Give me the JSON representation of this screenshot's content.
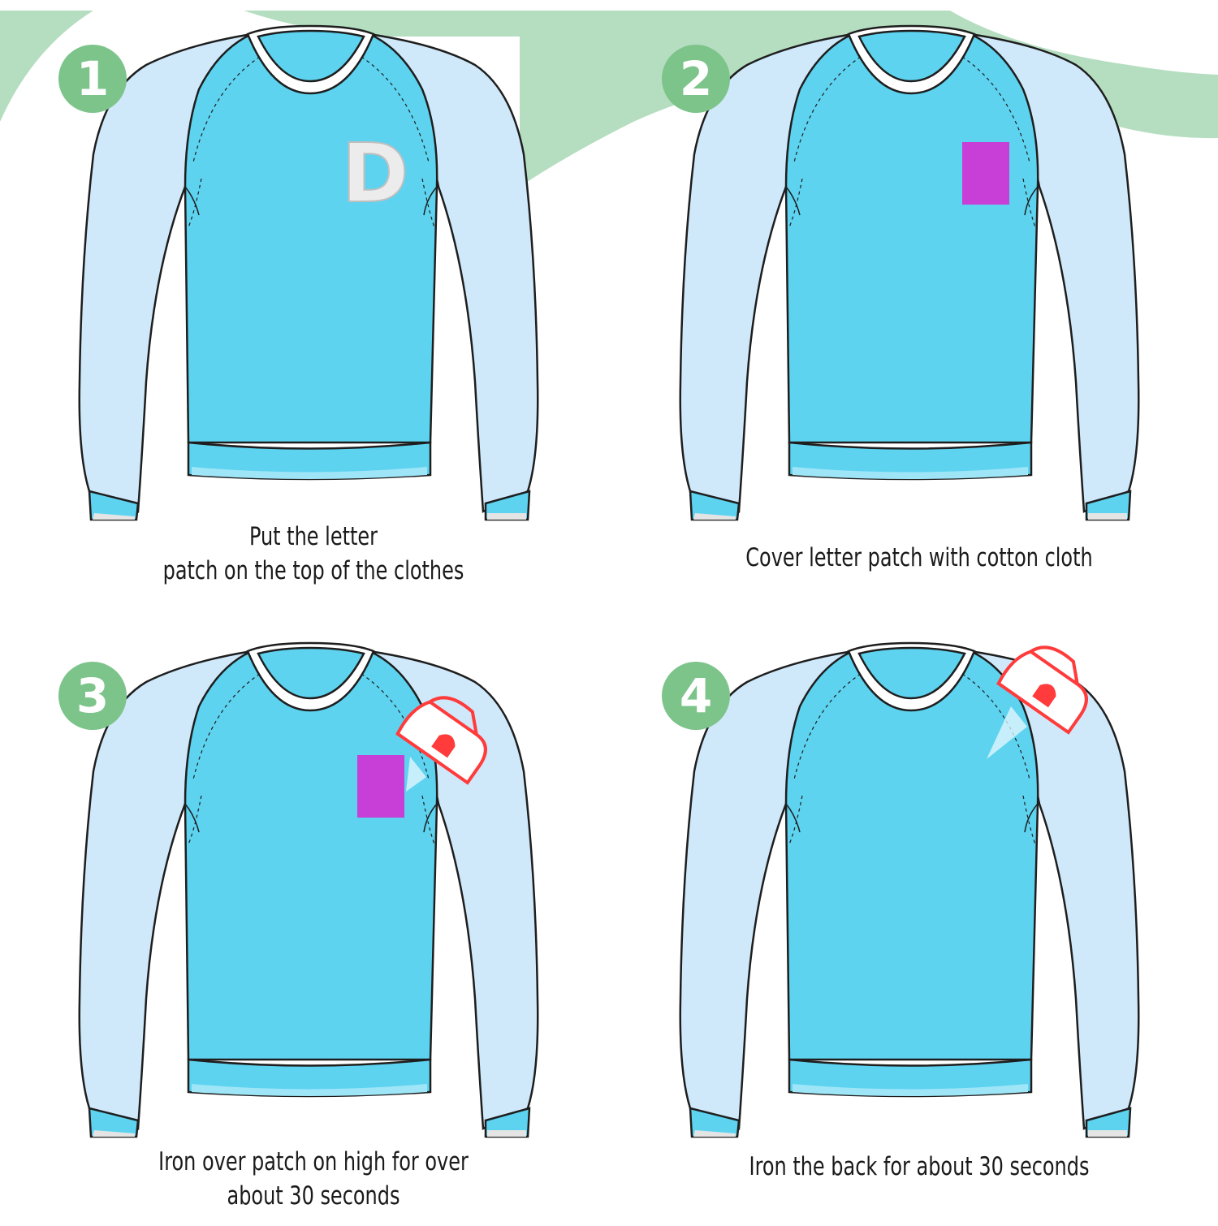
{
  "colors": {
    "accent_green": "#7dc48b",
    "wave_green": "#b5dec0",
    "body_blue": "#5dd3f0",
    "sleeve_blue": "#cfe9fb",
    "patch_purple": "#c83fd8",
    "iron_red": "#ff3b3b",
    "outline": "#1e1e1e"
  },
  "steps": [
    {
      "number": "1",
      "caption_lines": [
        "Put the letter",
        "patch on the top of the clothes"
      ],
      "patch": "letter",
      "patch_letter": "D",
      "iron": "none"
    },
    {
      "number": "2",
      "caption_lines": [
        "Cover letter patch with cotton cloth"
      ],
      "patch": "cloth",
      "iron": "none"
    },
    {
      "number": "3",
      "caption_lines": [
        "Iron over patch on high for over",
        "about 30 seconds"
      ],
      "patch": "cloth",
      "iron": "front"
    },
    {
      "number": "4",
      "caption_lines": [
        "Iron the back for about 30 seconds"
      ],
      "patch": "none",
      "iron": "back"
    }
  ]
}
